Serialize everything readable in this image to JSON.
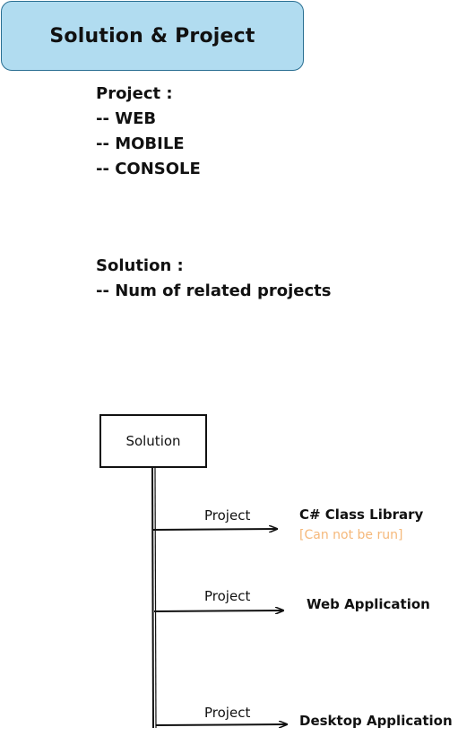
{
  "title": "Solution & Project",
  "project_note": {
    "heading": "Project :",
    "items": [
      "-- WEB",
      "-- MOBILE",
      "-- CONSOLE"
    ]
  },
  "solution_note": {
    "heading": "Solution :",
    "items": [
      "-- Num of related projects"
    ]
  },
  "diagram": {
    "root": "Solution",
    "branches": [
      {
        "edge_label": "Project",
        "target": "C# Class Library",
        "note": "[Can not be run]"
      },
      {
        "edge_label": "Project",
        "target": "Web Application"
      },
      {
        "edge_label": "Project",
        "target": "Desktop Application"
      }
    ]
  },
  "colors": {
    "title_fill": "#b1dcf0",
    "title_border": "#2a6f92",
    "stroke": "#111111",
    "note_accent": "#f5b87a"
  }
}
